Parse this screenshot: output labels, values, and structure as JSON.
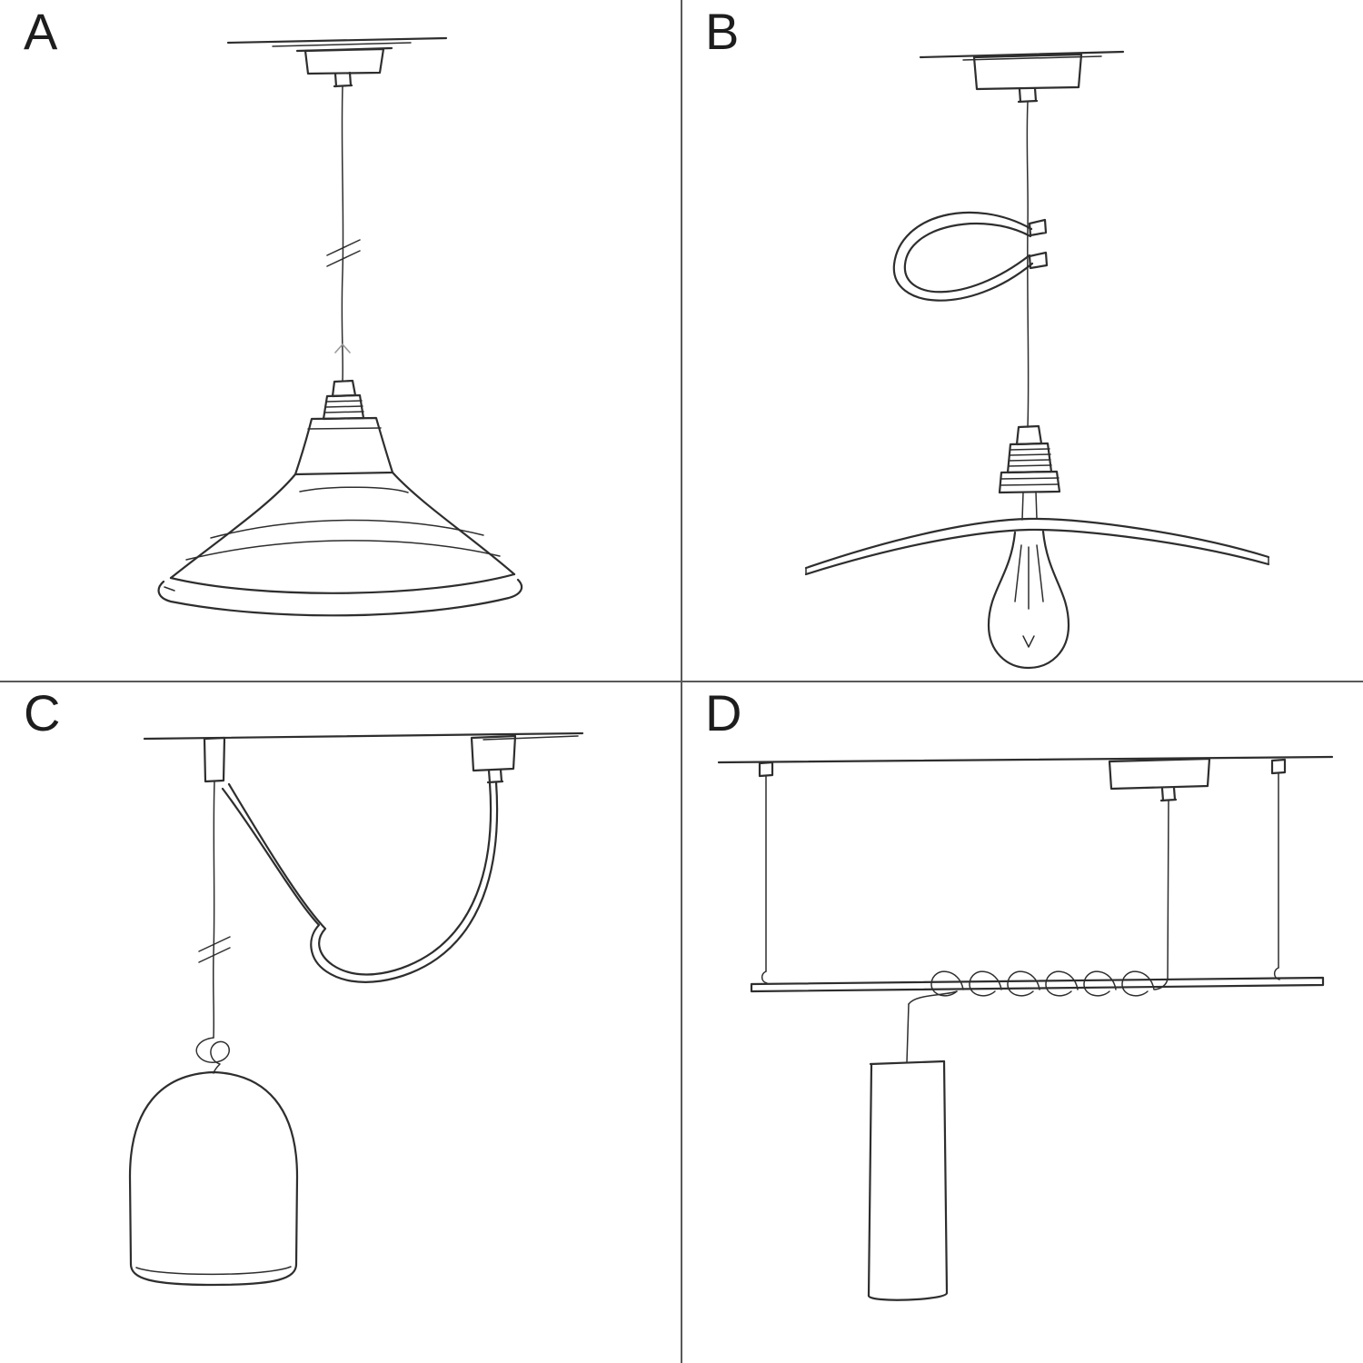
{
  "page": {
    "title": "Pendant lamp mounting options sketch sheet"
  },
  "colors": {
    "ink": "#2e2e2e",
    "divider": "#595959",
    "background": "#ffffff",
    "label": "#1d1d1d",
    "faint": "#9a9a9a"
  },
  "panels": [
    {
      "label": "A",
      "sketch": "pendant-with-industrial-bowl-shade"
    },
    {
      "label": "B",
      "sketch": "pendant-with-flat-plate-shade-and-exposed-bulb"
    },
    {
      "label": "C",
      "sketch": "swag-pendant-over-hook-with-bell-dome-shade"
    },
    {
      "label": "D",
      "sketch": "bar-suspension-with-coiled-cable-and-tube-pendant"
    }
  ]
}
